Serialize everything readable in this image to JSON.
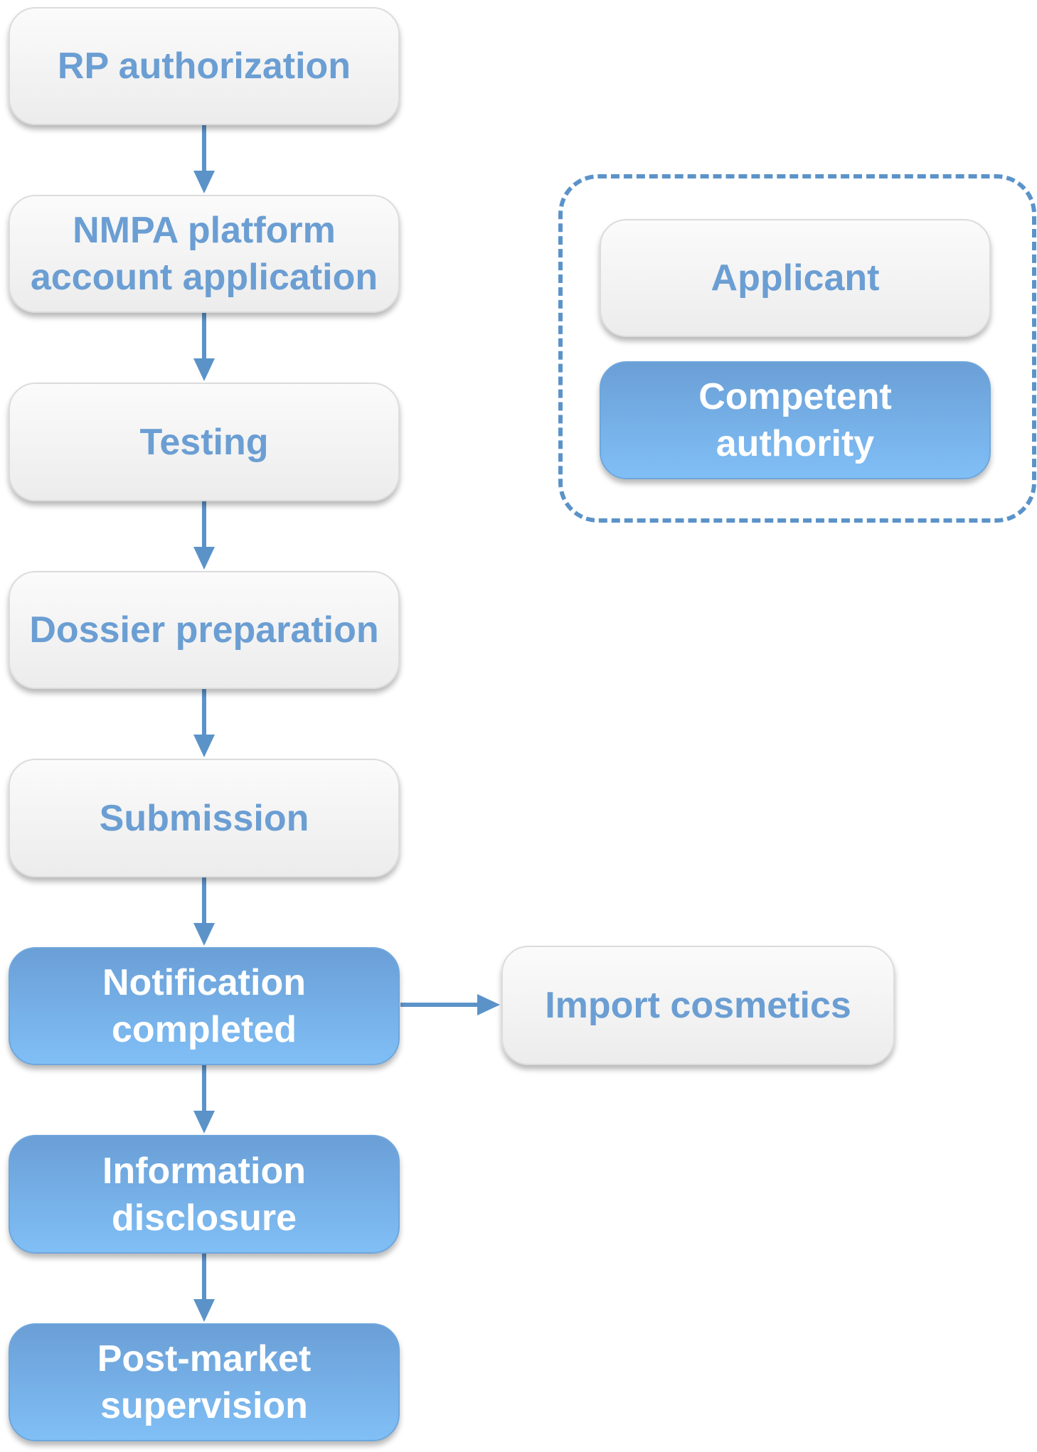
{
  "colors": {
    "applicant_fill": "#eeeeee",
    "applicant_text": "#6b9ed3",
    "authority_fill": "#74aee6",
    "authority_text": "#ffffff",
    "arrow": "#5b93c9",
    "legend_border": "#5b93c9"
  },
  "flow": {
    "steps": [
      {
        "lines": [
          "RP authorization"
        ],
        "role": "applicant"
      },
      {
        "lines": [
          "NMPA platform",
          "account application"
        ],
        "role": "applicant"
      },
      {
        "lines": [
          "Testing"
        ],
        "role": "applicant"
      },
      {
        "lines": [
          "Dossier preparation"
        ],
        "role": "applicant"
      },
      {
        "lines": [
          "Submission"
        ],
        "role": "applicant"
      },
      {
        "lines": [
          "Notification",
          "completed"
        ],
        "role": "authority"
      },
      {
        "lines": [
          "Information",
          "disclosure"
        ],
        "role": "authority"
      },
      {
        "lines": [
          "Post-market",
          "supervision"
        ],
        "role": "authority"
      }
    ],
    "side_step": {
      "lines": [
        "Import cosmetics"
      ],
      "role": "applicant"
    }
  },
  "legend": {
    "applicant": "Applicant",
    "authority_lines": [
      "Competent",
      "authority"
    ]
  }
}
